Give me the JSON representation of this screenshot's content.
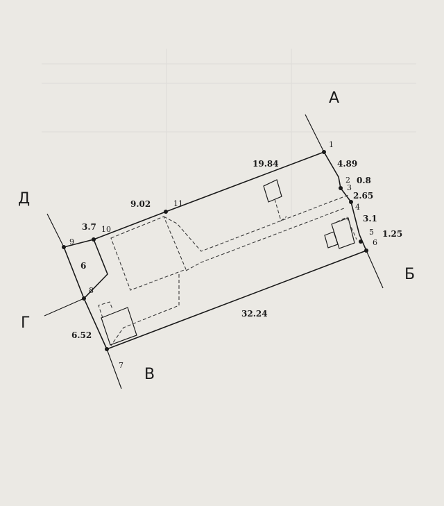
{
  "plan": {
    "direction_labels": {
      "a": "А",
      "b": "Б",
      "v": "В",
      "g": "Г",
      "d": "Д"
    },
    "point_labels": {
      "p1": "1",
      "p2": "2",
      "p3": "3",
      "p4": "4",
      "p5": "5",
      "p6": "6",
      "p7": "7",
      "p8": "8",
      "p9": "9",
      "p10": "10",
      "p11": "11"
    },
    "dimensions": {
      "d_19_84": "19.84",
      "d_4_89": "4.89",
      "d_0_8": "0.8",
      "d_2_65": "2.65",
      "d_3_1": "3.1",
      "d_1_25": "1.25",
      "d_9_02": "9.02",
      "d_3_7": "3.7",
      "d_6": "6",
      "d_6_52": "6.52",
      "d_32_24": "32.24"
    }
  }
}
